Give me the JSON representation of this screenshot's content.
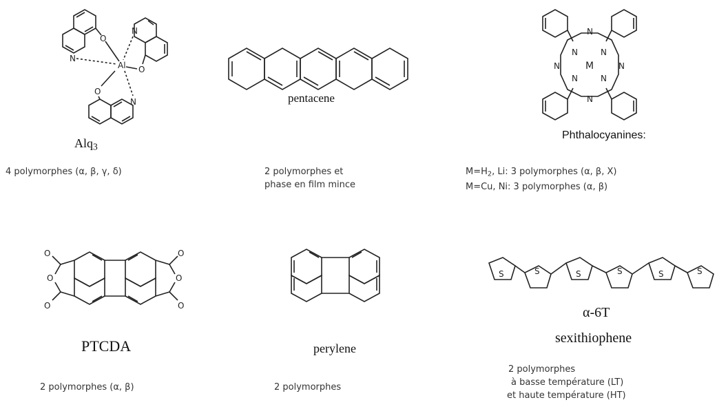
{
  "compounds": [
    {
      "name": "Alq",
      "name_subscript": "3",
      "caption_lines": [
        "4 polymorphes (α, β, γ, δ)"
      ],
      "atom_labels": [
        "O",
        "N",
        "Al",
        "N",
        "O",
        "O",
        "N"
      ]
    },
    {
      "name": "pentacene",
      "caption_lines": [
        "2 polymorphes et",
        "phase en film mince"
      ]
    },
    {
      "name": "Phthalocyanines:",
      "caption_line1_prefix": "M=H",
      "caption_line1_sub": "2",
      "caption_line1_suffix": ", Li: 3 polymorphes (α, β, X)",
      "caption_line2": "M=Cu, Ni: 3 polymorphes (α, β)",
      "atom_labels": [
        "N",
        "N",
        "N",
        "N",
        "M",
        "N",
        "N",
        "N",
        "N"
      ]
    },
    {
      "name": "PTCDA",
      "caption_lines": [
        "2 polymorphes (α, β)"
      ],
      "atom_labels": [
        "O",
        "O",
        "O",
        "O",
        "O",
        "O"
      ]
    },
    {
      "name": "perylene",
      "caption_lines": [
        "2 polymorphes"
      ]
    },
    {
      "name": "α-6T",
      "name2": "sexithiophene",
      "caption_lines": [
        "2 polymorphes",
        "à basse température (LT)",
        "et haute température (HT)"
      ],
      "atom_labels": [
        "S",
        "S",
        "S",
        "S",
        "S",
        "S"
      ]
    }
  ]
}
